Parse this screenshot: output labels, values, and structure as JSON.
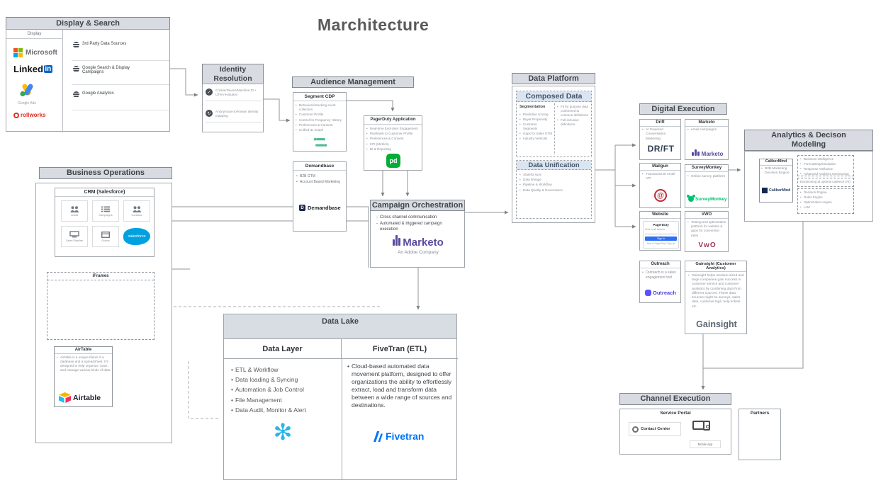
{
  "page": {
    "title": "Marchitecture"
  },
  "display_search": {
    "title": "Display & Search",
    "panel_label": "Display",
    "logos": {
      "microsoft": "Microsoft",
      "linkedin": "Linked",
      "linkedin_badge": "in",
      "google_ads": "Google Ads",
      "rollworks": "rollworks"
    },
    "items": [
      "3rd Party Data Sources",
      "Google Search & Display Campaigns",
      "Google Analytics"
    ]
  },
  "identity_resolution": {
    "title": "Identity Resolution",
    "items": [
      "Cookie/Device/Machine ID + UTM resolution",
      "Anonymous-to-known identity mapping"
    ]
  },
  "audience_management": {
    "title": "Audience Management",
    "segment": {
      "title": "Segment CDP",
      "bullets": [
        "Behavioral tracking event collection",
        "Customer Profile",
        "Control for Frequency History",
        "Preferences & Consent",
        "Unified ID Graph"
      ]
    },
    "pagerduty": {
      "title": "PagerDuty Application",
      "logo": "pd",
      "bullets": [
        "Real-time End-User Engagement",
        "Pixel/web to Customer Profile",
        "Preferences & Consent",
        "KPI (Metrics)",
        "BI & Reporting"
      ]
    },
    "demandbase": {
      "title": "Demandbase",
      "logo": "Demandbase",
      "bullets": [
        "B2B GTM",
        "Account Based Marketing"
      ]
    }
  },
  "campaign_orchestration": {
    "title": "Campaign Orchestration",
    "bullets": [
      "Cross channel communication",
      "Automated & triggered campaign execution"
    ],
    "logo": "Marketo",
    "logo_sub": "An Adobe Company"
  },
  "data_platform": {
    "title": "Data Platform",
    "composed": {
      "title": "Composed Data",
      "subtitle": "Segmentation",
      "col1": [
        "Predictive scoring",
        "Buyer Propensity",
        "Customer Segments",
        "Gaps for Sales GTM",
        "Industry Verticals"
      ],
      "col2": [
        "Fit for purpose data conformed to common definitions",
        "Full inclusive definitions"
      ]
    },
    "unification": {
      "title": "Data Unification",
      "bullets": [
        "Stateful sync",
        "Data lineage",
        "Pipeline & Workflow",
        "Data Quality & Governance"
      ]
    }
  },
  "digital_execution": {
    "title": "Digital Execution",
    "drift": {
      "title": "Drift",
      "logo": "DR/FT",
      "bullets": [
        "AI Powered Conversation Marketing"
      ]
    },
    "marketo": {
      "title": "Marketo",
      "logo": "Marketo",
      "bullets": [
        "email campaigns"
      ]
    },
    "mailgun": {
      "title": "Mailgun",
      "logo_glyph": "@",
      "bullets": [
        "Transactional email API"
      ]
    },
    "surveymonkey": {
      "title": "SurveyMonkey",
      "logo": "SurveyMonkey",
      "bullets": [
        "Online survey platform"
      ]
    },
    "website": {
      "title": "Website",
      "form": {
        "heading": "PagerDuty",
        "label": "Work email address",
        "button": "Sign in",
        "footer": "New to PagerDuty? Sign up"
      }
    },
    "vwo": {
      "title": "VWO",
      "logo": "VwO",
      "bullets": [
        "Testing and optimization platform for website & apps for conversion rates"
      ]
    },
    "outreach": {
      "title": "Outreach",
      "logo": "Outreach",
      "bullets": [
        "Outreach is a sales engagement tool"
      ]
    },
    "gainsight": {
      "title": "Gainsight (Customer Analytics)",
      "logo": "Gainsight",
      "description": "Gainsight helps medium-sized and large companies gain success in customer service and customer analytics by combining data from different sources. These data sources might be surveys, sales data, customer logs, help tickets etc."
    }
  },
  "analytics": {
    "title": "Analytics & Decison Modeling",
    "calibermind": {
      "title": "CaliberMind",
      "logo": "CaliberMind",
      "bullets": [
        "B2B Marketing Decision Engine"
      ]
    },
    "capabilities": [
      "Business Intelligence",
      "Forecasting/Simulation",
      "Response Attribution",
      "Advanced Analytics Decisioning"
    ],
    "note": "Decisioning at optimal cadence (AI)",
    "engines": [
      "Decision Engine",
      "Rules Engine",
      "Optimization engine",
      "LLM"
    ]
  },
  "business_operations": {
    "title": "Business Operations",
    "crm": {
      "title": "CRM (Salesforce)",
      "logo": "salesforce",
      "tiles": [
        "Leads",
        "Campaigns",
        "Contacts",
        "Sales Pipeline",
        "Orders"
      ]
    },
    "iframes": {
      "title": "iFrames"
    },
    "airtable": {
      "title": "AirTable",
      "logo": "Airtable",
      "description": "Airtable is a unique blend of a database and a spreadsheet. It's designed to help organize, track, and manage various kinds of data"
    }
  },
  "data_lake": {
    "title": "Data Lake",
    "data_layer": {
      "title": "Data Layer",
      "logo_glyph": "✻",
      "bullets": [
        "ETL & Workflow",
        "Data loading & Syncing",
        "Automation & Job Control",
        "File Management",
        "Data Audit, Monitor & Alert"
      ]
    },
    "fivetran": {
      "title": "FiveTran (ETL)",
      "logo": "Fivetran",
      "description": "Cloud-based automated data movement platform, designed to offer organizations the ability to effortlessly extract, load and transform data between a wide range of sources and destinations."
    }
  },
  "channel_execution": {
    "title": "Channel Execution",
    "service_portal": {
      "title": "Service Portal",
      "contact_center": "Contact Center",
      "mobile_app": "Mobile App"
    },
    "partners": {
      "title": "Partners"
    }
  }
}
